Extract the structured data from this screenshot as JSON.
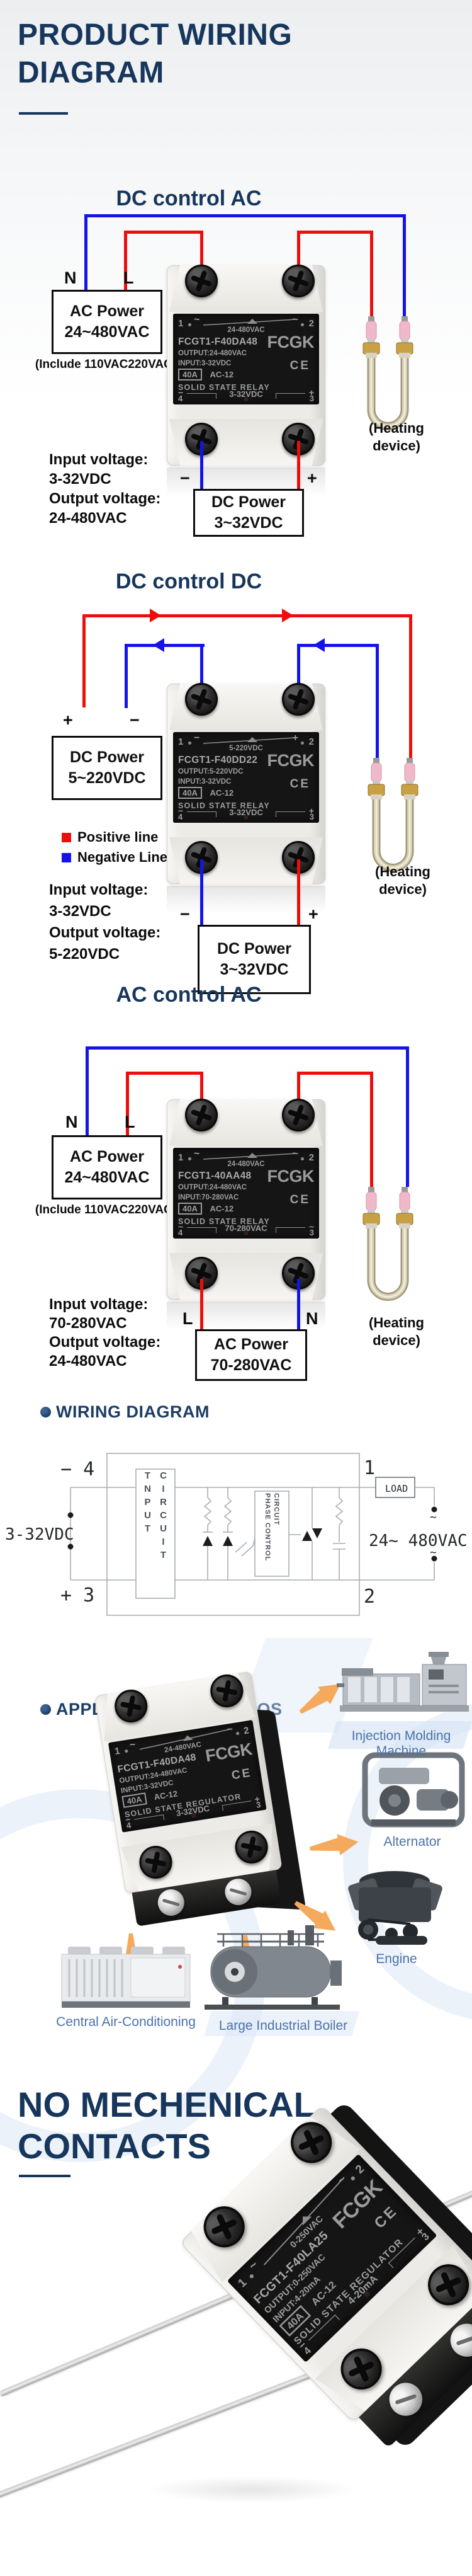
{
  "page": {
    "title": "PRODUCT WIRING DIAGRAM",
    "bottom_title": "NO MECHENICAL CONTACTS"
  },
  "sections": {
    "dc_ac": {
      "heading": "DC control AC",
      "src_terms": [
        "N",
        "L"
      ],
      "source": [
        "AC Power",
        "24~480VAC"
      ],
      "include_note": "(Include 110VAC220VAC)",
      "io": [
        "Input voltage:",
        "3-32VDC",
        "Output voltage:",
        "24-480VAC"
      ],
      "heating": [
        "(Heating",
        "device)"
      ],
      "load_terms": [
        "−",
        "+"
      ],
      "load_power": [
        "DC Power",
        "3~32VDC"
      ]
    },
    "dc_dc": {
      "heading": "DC control DC",
      "src_terms": [
        "+",
        "−"
      ],
      "source": [
        "DC Power",
        "5~220VDC"
      ],
      "legend": {
        "pos": "Positive line",
        "neg": "Negative Line"
      },
      "io": [
        "Input voltage:",
        "3-32VDC",
        "Output voltage:",
        "5-220VDC"
      ],
      "heating": [
        "(Heating",
        "device)"
      ],
      "load_terms": [
        "−",
        "+"
      ],
      "load_power": [
        "DC Power",
        "3~32VDC"
      ]
    },
    "ac_ac": {
      "heading": "AC control AC",
      "src_terms": [
        "N",
        "L"
      ],
      "source": [
        "AC Power",
        "24~480VAC"
      ],
      "include_note": "(Include 110VAC220VAC)",
      "io": [
        "Input voltage:",
        "70-280VAC",
        "Output voltage:",
        "24-480VAC"
      ],
      "heating": [
        "(Heating",
        "device)"
      ],
      "load_terms": [
        "L",
        "N"
      ],
      "load_power": [
        "AC Power",
        "70-280VAC"
      ]
    }
  },
  "relays": [
    {
      "t1": "1",
      "t2": "2",
      "tl_mark": "~",
      "tr_mark": "~",
      "top_volt": "24-480VAC",
      "model": "FCGT1-F40DA48",
      "output": "OUTPUT:24-480VAC",
      "input": "INPUT:3-32VDC",
      "amp": "40A",
      "rating": "AC-12",
      "type": "SOLID STATE RELAY",
      "bl_mark": "−",
      "br_mark": "+",
      "bot_volt": "3-32VDC",
      "t4": "4",
      "t3": "3",
      "brand": "FCGK",
      "ce": "CE"
    },
    {
      "t1": "1",
      "t2": "2",
      "tl_mark": "−",
      "tr_mark": "+",
      "top_volt": "5-220VDC",
      "model": "FCGT1-F40DD22",
      "output": "OUTPUT:5-220VDC",
      "input": "INPUT:3-32VDC",
      "amp": "40A",
      "rating": "AC-12",
      "type": "SOLID STATE RELAY",
      "bl_mark": "−",
      "br_mark": "+",
      "bot_volt": "3-32VDC",
      "t4": "4",
      "t3": "3",
      "brand": "FCGK",
      "ce": "CE"
    },
    {
      "t1": "1",
      "t2": "2",
      "tl_mark": "~",
      "tr_mark": "~",
      "top_volt": "24-480VAC",
      "model": "FCGT1-40AA48",
      "output": "OUTPUT:24-480VAC",
      "input": "INPUT:70-280VAC",
      "amp": "40A",
      "rating": "AC-12",
      "type": "SOLID STATE RELAY",
      "bl_mark": "~",
      "br_mark": "~",
      "bot_volt": "70-280VAC",
      "t4": "4",
      "t3": "3",
      "brand": "FCGK",
      "ce": "CE"
    },
    {
      "t1": "1",
      "t2": "2",
      "tl_mark": "~",
      "tr_mark": "~",
      "top_volt": "24-480VAC",
      "model": "FCGT1-F40DA48",
      "output": "OUTPUT:24-480VAC",
      "input": "INPUT:3-32VDC",
      "amp": "40A",
      "rating": "AC-12",
      "type": "SOLID STATE REGULATOR",
      "bl_mark": "−",
      "br_mark": "+",
      "bot_volt": "3-32VDC",
      "t4": "4",
      "t3": "3",
      "brand": "FCGK",
      "ce": "CE"
    },
    {
      "t1": "1",
      "t2": "2",
      "tl_mark": "~",
      "tr_mark": "~",
      "top_volt": "0-250VAC",
      "model": "FCGT1-F40LA25",
      "output": "OUTPUT:0-250VAC",
      "input": "INPUT:4-20mA",
      "amp": "40A",
      "rating": "AC-12",
      "type": "SOLID STATE REGULATOR",
      "bl_mark": "−",
      "br_mark": "+",
      "bot_volt": "4-20mA",
      "t4": "4",
      "t3": "3",
      "brand": "FCGK",
      "ce": "CE"
    }
  ],
  "wiring": {
    "header": "WIRING DIAGRAM",
    "input_circuit": [
      "TNPUT",
      "CIRCUIT"
    ],
    "phase_circuit": [
      "PHASE CONTROL",
      "CIRCUIT"
    ],
    "load": "LOAD",
    "left_voltage": "3-32VDC",
    "right_voltage": "24~ 480VAC",
    "term_top_left": "− 4",
    "term_bottom_left": "+ 3",
    "term_top_right": "1",
    "term_bottom_right": "2"
  },
  "applications": {
    "header": "APPLICATION SCENARIOS",
    "captions": [
      "Injection Molding Machine",
      "Alternator",
      "Engine",
      "Central Air-Conditioning",
      "Large Industrial Boiler"
    ]
  },
  "colors": {
    "accent": "#17365c",
    "header_navy": "#1c3e66",
    "wire_red": "#ee0d0d",
    "wire_blue": "#1414e8",
    "caption_blue": "#4a72aa",
    "arrow_orange": "#f5a95c",
    "band_blue": "#d9e5f5",
    "label_text": "#9c9c9c"
  }
}
